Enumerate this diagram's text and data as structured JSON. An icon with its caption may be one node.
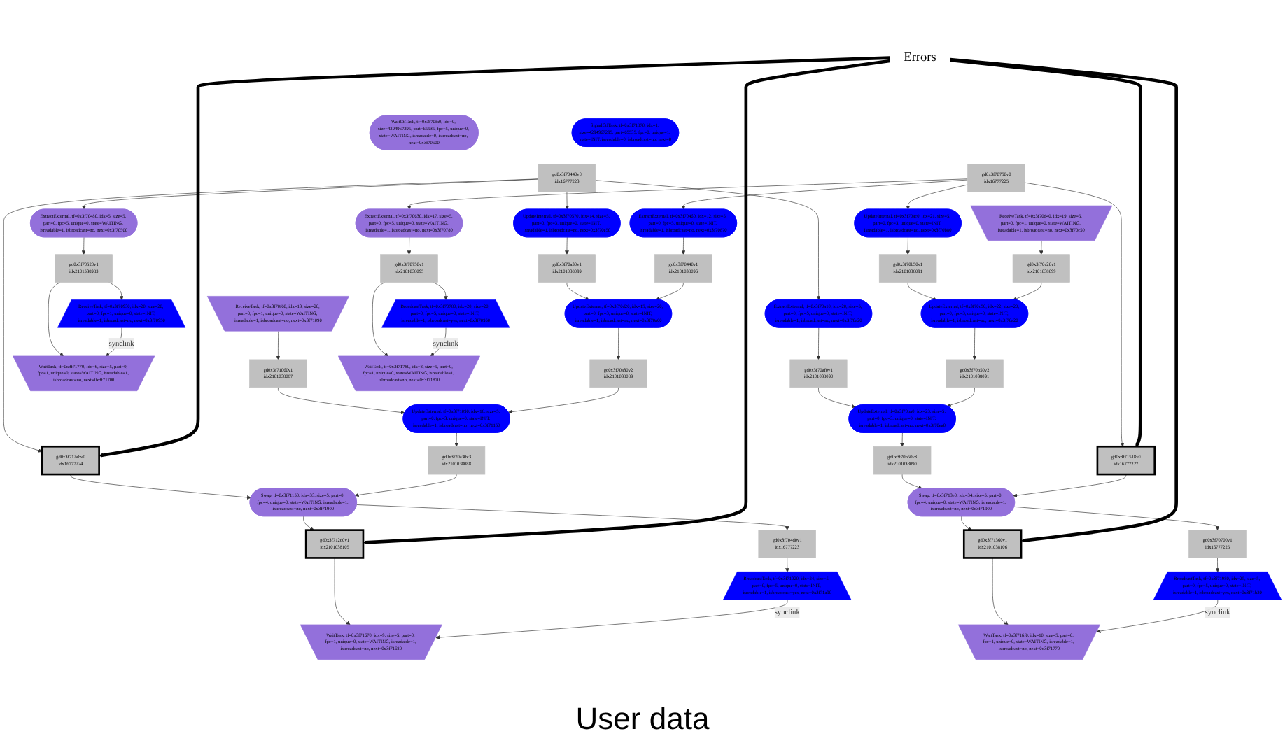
{
  "diagram": {
    "nodes": [
      {
        "text": [
          "WaitCtlTask, tf=0x3f70fa0, idx=0, size=4294967295, part=65535, fpc=5, unique=0, state=WAITING, isreadable=0, isbroadcast=no, next=0x3f70600"
        ]
      },
      {
        "text": [
          "gd0x3f70440v0",
          "idx16777223"
        ]
      },
      {
        "text": [
          "gd0x3f70750v0",
          "idx16777225"
        ]
      },
      {
        "text": [
          "SignalCtlTask, tf=0x3f71870, idx=1, size=4294967295, part=65535, fpc=0, unique=1, state=INIT, isreadable=0, isbroadcast=no, next=0"
        ]
      },
      {
        "text": [
          "ExtractExternal, tf=0x3f70480, idx=5, size=5, part=0, fpc=5, unique=0, state=WAITING, isreadable=1, isbroadcast=no, next=0x3f70500"
        ]
      },
      {
        "text": [
          "UpdateInternal, tf=0x3f70570, idx=14, size=5, part=0, fpc=3, unique=0, state=INIT, isreadable=1, isbroadcast=no, next=0x3f70e50"
        ]
      },
      {
        "text": [
          "ExtractExternal, tf=0x3f70460, idx=12, size=5, part=0, fpc=5, unique=0, state=INIT, isreadable=1, isbroadcast=no, next=0x3f70870"
        ]
      },
      {
        "text": [
          "ExtractExternal, tf=0x3f70630, idx=17, size=5, part=0, fpc=5, unique=0, state=WAITING, isreadable=1, isbroadcast=no, next=0x3f70780"
        ]
      },
      {
        "text": [
          "UpdateInternal, tf=0x3f70ac0, idx=21, size=5, part=0, fpc=3, unique=0, state=INIT, isreadable=1, isbroadcast=no, next=0x3f70b80"
        ]
      },
      {
        "text": [
          "ReceiveTask, tf=0x3f70d40, idx=19, size=5, part=0, fpc=1, unique=0, state=WAITING, isreadable=1, isbroadcast=no, next=0x3f70c50"
        ]
      },
      {
        "text": [
          "ExtractExternal, tf=0x3f70a10, idx=20, size=5, part=0, fpc=5, unique=0, state=INIT, isreadable=1, isbroadcast=no, next=0x3f70a20"
        ]
      },
      {
        "text": [
          "gd0x3f70520v1",
          "idx2101538983"
        ]
      },
      {
        "text": [
          "gd0x3f70a30v1",
          "idx2101038099"
        ]
      },
      {
        "text": [
          "gd0x3f70440v1",
          "idx2101038096"
        ]
      },
      {
        "text": [
          "gd0x3f70750v1",
          "idx2101038095"
        ]
      },
      {
        "text": [
          "gd0x3f70b50v1",
          "idx2101038091"
        ]
      },
      {
        "text": [
          "gd0x3f70c20v1",
          "idx2101038099"
        ]
      },
      {
        "text": [
          "gd0x3f70af0v1",
          "idx2101038090"
        ]
      },
      {
        "text": [
          "ReceiveTask, tf=0x3f70930, idx=20, size=20, part=0, fpc=1, unique=0, state=INIT, isreadable=1, isbroadcast=no, next=0x3f70950"
        ]
      },
      {
        "text": [
          "ReceiveTask, tf=0x3f70f60, idx=13, size=20, part=0, fpc=1, unique=0, state=WAITING, isreadable=1, isbroadcast=no, next=0x3f71090"
        ]
      },
      {
        "text": [
          "UpdateExternal, tf=0x3f70d20, idx=15, size=20, part=0, fpc=3, unique=0, state=INIT, isreadable=1, isbroadcast=no, next=0x3f70a60"
        ]
      },
      {
        "text": [
          "BroadcastTask, tf=0x3f70780, idx=20, size=20, part=0, fpc=5, unique=0, state=INIT, isreadable=1, isbroadcast=yes, next=0x3f70950"
        ]
      },
      {
        "text": [
          "UpdateExternal, tf=0x3f70c50, idx=22, size=20, part=0, fpc=3, unique=0, state=INIT, isreadable=1, isbroadcast=no, next=0x3f70a20"
        ]
      },
      {
        "text": [
          "WaitTask, tf=0x3f71770, idx=6, size=5, part=0, fpc=1, unique=0, state=WAITING, isreadable=1, isbroadcast=no, next=0x3f71700"
        ]
      },
      {
        "text": [
          "gd0x3f71060v1",
          "idx2101038087"
        ]
      },
      {
        "text": [
          "gd0x3f70a30v2",
          "idx2101038089"
        ]
      },
      {
        "text": [
          "WaitTask, tf=0x3f71780, idx=8, size=5, part=0, fpc=1, unique=0, state=WAITING, isreadable=1, isbroadcast=no, next=0x3f71870"
        ]
      },
      {
        "text": [
          "gd0x3f70b50v2",
          "idx2101038091"
        ]
      },
      {
        "text": [
          "UpdateExternal, tf=0x3f71090, idx=18, size=5, part=0, fpc=3, unique=0, state=INIT, isreadable=1, isbroadcast=no, next=0x3f71150"
        ]
      },
      {
        "text": [
          "UpdateExternal, tf=0x3f70ba0, idx=23, size=5, part=0, fpc=3, unique=0, state=INIT, isreadable=1, isbroadcast=no, next=0x3f70ea0"
        ]
      },
      {
        "text": [
          "gd0x3f712a8v0",
          "idx16777224"
        ]
      },
      {
        "text": [
          "gd0x3f70a30v3",
          "idx2101038088"
        ]
      },
      {
        "text": [
          "gd0x3f70b50v3",
          "idx2101038090"
        ]
      },
      {
        "text": [
          "gd0x3f71518v0",
          "idx16777227"
        ]
      },
      {
        "text": [
          "Swap, tf=0x3f71150, idx=33, size=5, part=0, fpc=4, unique=0, state=WAITING, isreadable=1, isbroadcast=no, next=0x3f71900"
        ]
      },
      {
        "text": [
          "Swap, tf=0x3f713e0, idx=34, size=5, part=0, fpc=4, unique=0, state=WAITING, isreadable=1, isbroadcast=no, next=0x3f71900"
        ]
      },
      {
        "text": [
          "gd0x3f704d0v1",
          "idx16777223"
        ]
      },
      {
        "text": [
          "gd0x3f712d0v1",
          "idx2101038105"
        ]
      },
      {
        "text": [
          "gd0x3f70700v1",
          "idx16777225"
        ]
      },
      {
        "text": [
          "gd0x3f71360v1",
          "idx2101038106"
        ]
      },
      {
        "text": [
          "BroadcastTask, tf=0x3f71920, idx=24, size=5, part=0, fpc=5, unique=0, state=INIT, isreadable=1, isbroadcast=yes, next=0x3f71a90"
        ]
      },
      {
        "text": [
          "BroadcastTask, tf=0x3f71980, idx=25, size=5, part=0, fpc=5, unique=0, state=INIT, isreadable=1, isbroadcast=yes, next=0x3f71b20"
        ]
      },
      {
        "text": [
          "WaitTask, tf=0x3f71670, idx=9, size=5, part=0, fpc=1, unique=0, state=WAITING, isreadable=1, isbroadcast=no, next=0x3f71680"
        ]
      },
      {
        "text": [
          "WaitTask, tf=0x3f716f0, idx=10, size=5, part=0, fpc=1, unique=0, state=WAITING, isreadable=1, isbroadcast=no, next=0x3f71770"
        ]
      },
      {
        "text": [
          "Errors"
        ]
      }
    ],
    "edges": [
      {
        "from": 1,
        "to": 4,
        "arrow": "to"
      },
      {
        "from": 1,
        "to": 5,
        "arrow": "to"
      },
      {
        "from": 1,
        "to": 10,
        "arrow": "to"
      },
      {
        "from": 1,
        "to": 30,
        "arrow": "to"
      },
      {
        "from": 2,
        "to": 6,
        "arrow": "to"
      },
      {
        "from": 2,
        "to": 7,
        "arrow": "to"
      },
      {
        "from": 2,
        "to": 8,
        "arrow": "to"
      },
      {
        "from": 2,
        "to": 33,
        "arrow": "to"
      },
      {
        "from": 4,
        "to": 11,
        "arrow": "to"
      },
      {
        "from": 5,
        "to": 12,
        "arrow": "to"
      },
      {
        "from": 6,
        "to": 13,
        "arrow": "to"
      },
      {
        "from": 10,
        "to": 17,
        "arrow": "to"
      },
      {
        "from": 7,
        "to": 14,
        "arrow": "to"
      },
      {
        "from": 8,
        "to": 15,
        "arrow": "to"
      },
      {
        "from": 9,
        "to": 16,
        "arrow": "to"
      },
      {
        "from": 11,
        "to": 18,
        "arrow": "to"
      },
      {
        "from": 11,
        "to": 23,
        "arrow": "to"
      },
      {
        "from": 12,
        "to": 20,
        "arrow": "to"
      },
      {
        "from": 13,
        "to": 20,
        "arrow": "to"
      },
      {
        "from": 17,
        "to": 29,
        "arrow": "to"
      },
      {
        "from": 14,
        "to": 21,
        "arrow": "to"
      },
      {
        "from": 14,
        "to": 26,
        "arrow": "to"
      },
      {
        "from": 15,
        "to": 22,
        "arrow": "to"
      },
      {
        "from": 16,
        "to": 22,
        "arrow": "to"
      },
      {
        "from": 18,
        "to": 23,
        "arrow": "to",
        "label": "synclink"
      },
      {
        "from": 21,
        "to": 26,
        "arrow": "to",
        "label": "synclink"
      },
      {
        "from": 19,
        "to": 24,
        "arrow": "to"
      },
      {
        "from": 24,
        "to": 28,
        "arrow": "to"
      },
      {
        "from": 20,
        "to": 25,
        "arrow": "to"
      },
      {
        "from": 25,
        "to": 28,
        "arrow": "to"
      },
      {
        "from": 22,
        "to": 27,
        "arrow": "to"
      },
      {
        "from": 27,
        "to": 29,
        "arrow": "to"
      },
      {
        "from": 28,
        "to": 31,
        "arrow": "to"
      },
      {
        "from": 29,
        "to": 32,
        "arrow": "to"
      },
      {
        "from": 30,
        "to": 34,
        "arrow": "to"
      },
      {
        "from": 31,
        "to": 34,
        "arrow": "to"
      },
      {
        "from": 32,
        "to": 35,
        "arrow": "to"
      },
      {
        "from": 33,
        "to": 35,
        "arrow": "to"
      },
      {
        "from": 34,
        "to": 36,
        "arrow": "to"
      },
      {
        "from": 34,
        "to": 37,
        "arrow": "to"
      },
      {
        "from": 35,
        "to": 38,
        "arrow": "to"
      },
      {
        "from": 35,
        "to": 39,
        "arrow": "to"
      },
      {
        "from": 36,
        "to": 40,
        "arrow": "to"
      },
      {
        "from": 37,
        "to": 42,
        "arrow": "to"
      },
      {
        "from": 38,
        "to": 41,
        "arrow": "to"
      },
      {
        "from": 39,
        "to": 43,
        "arrow": "to"
      },
      {
        "from": 40,
        "to": 42,
        "arrow": "to",
        "label": "synclink"
      },
      {
        "from": 41,
        "to": 43,
        "arrow": "to",
        "label": "synclink"
      },
      {
        "from": 44,
        "to": 30,
        "arrow": "to",
        "style": "thick"
      },
      {
        "from": 44,
        "to": 37,
        "arrow": "to",
        "style": "thick"
      },
      {
        "from": 44,
        "to": 33,
        "arrow": "to",
        "style": "thick"
      },
      {
        "from": 44,
        "to": 39,
        "arrow": "to",
        "style": "thick"
      }
    ],
    "labels": [
      "User data"
    ]
  }
}
